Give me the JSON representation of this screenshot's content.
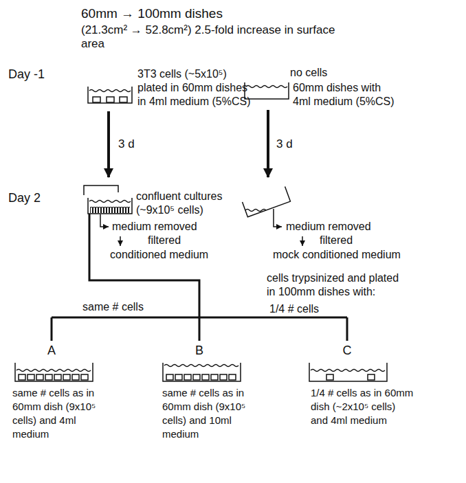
{
  "diagram": {
    "title": "60mm → 100mm dishes",
    "labels": [
      "(21.3cm² → 52.8cm²) 2.5-fold increase in surface area",
      "Day -1",
      "3T3 cells (~5x10⁵) plated in 60mm dishes in 4ml medium (5%CS)",
      "no cells",
      "60mm dishes with 4ml medium (5%CS)",
      "3 d",
      "3 d",
      "Day 2",
      "confluent cultures (~9x10⁵ cells)",
      "medium removed",
      "filtered",
      "conditioned medium",
      "medium removed",
      "filtered",
      "mock conditioned medium",
      "cells trypsinized and plated in 100mm dishes with:",
      "same # cells",
      "1/4 # cells",
      "A",
      "B",
      "C",
      "same # cells as in 60mm dish (9x10⁵ cells) and 4ml medium",
      "same # cells as in 60mm dish (9x10⁵ cells) and 10ml medium",
      "1/4 # cells as in 60mm dish (~2x10⁵ cells) and 4ml medium"
    ]
  }
}
